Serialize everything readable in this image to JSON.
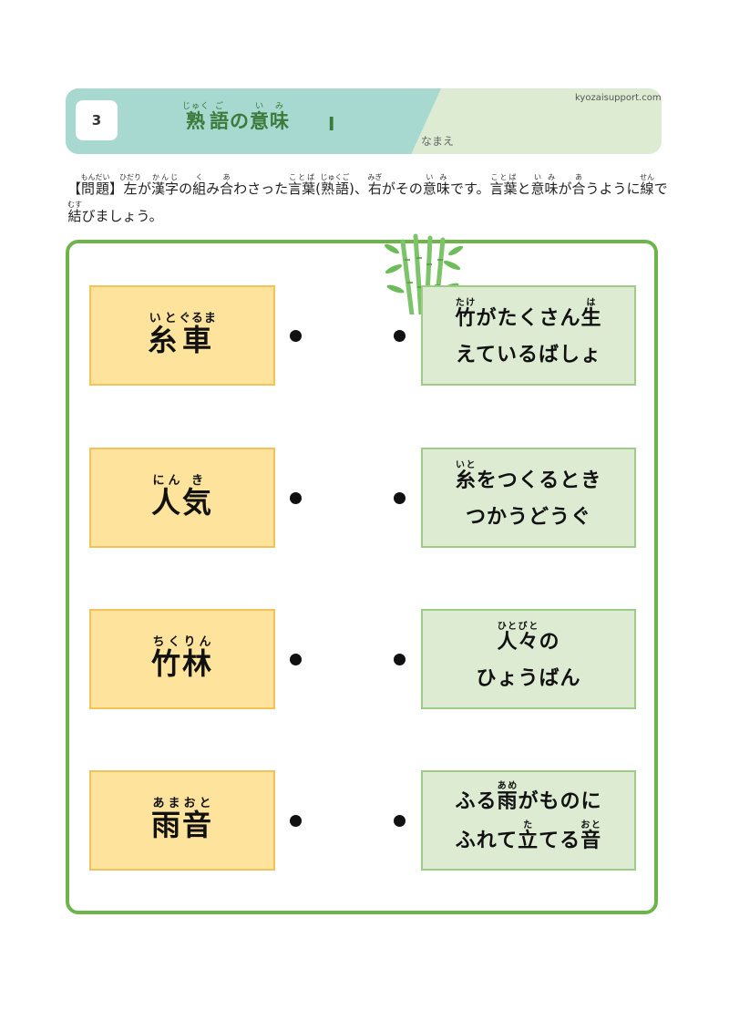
{
  "header": {
    "number": "3",
    "title_parts": [
      {
        "base": "熟",
        "ruby": "じゅく"
      },
      {
        "base": "語",
        "ruby": "ご"
      },
      {
        "base": "の",
        "ruby": ""
      },
      {
        "base": "意",
        "ruby": "い"
      },
      {
        "base": "味",
        "ruby": "み"
      }
    ],
    "title_suffix": "Ⅰ",
    "site": "kyozaisupport.com",
    "name_label": "なまえ"
  },
  "instruction": [
    {
      "base": "【",
      "ruby": ""
    },
    {
      "base": "問題",
      "ruby": "もんだい"
    },
    {
      "base": "】",
      "ruby": ""
    },
    {
      "base": "左",
      "ruby": "ひだり"
    },
    {
      "base": "が",
      "ruby": ""
    },
    {
      "base": "漢字",
      "ruby": "かんじ"
    },
    {
      "base": "の",
      "ruby": ""
    },
    {
      "base": "組",
      "ruby": "く"
    },
    {
      "base": "み",
      "ruby": ""
    },
    {
      "base": "合",
      "ruby": "あ"
    },
    {
      "base": "わさった",
      "ruby": ""
    },
    {
      "base": "言葉",
      "ruby": "ことば"
    },
    {
      "base": "(",
      "ruby": ""
    },
    {
      "base": "熟語",
      "ruby": "じゅくご"
    },
    {
      "base": ")、",
      "ruby": ""
    },
    {
      "base": "右",
      "ruby": "みぎ"
    },
    {
      "base": "がその",
      "ruby": ""
    },
    {
      "base": "意味",
      "ruby": "いみ"
    },
    {
      "base": "です。",
      "ruby": ""
    },
    {
      "base": "言葉",
      "ruby": "ことば"
    },
    {
      "base": "と",
      "ruby": ""
    },
    {
      "base": "意味",
      "ruby": "いみ"
    },
    {
      "base": "が",
      "ruby": ""
    },
    {
      "base": "合",
      "ruby": "あ"
    },
    {
      "base": "うように",
      "ruby": ""
    },
    {
      "base": "線",
      "ruby": "せん"
    },
    {
      "base": "で",
      "ruby": ""
    },
    {
      "base": "結",
      "ruby": "むす"
    },
    {
      "base": "びましょう。",
      "ruby": ""
    }
  ],
  "terms": [
    {
      "word": "糸車",
      "reading": "いとぐるま",
      "display": [
        {
          "base": "糸",
          "ruby": "いと"
        },
        {
          "base": "車",
          "ruby": "ぐるま"
        }
      ]
    },
    {
      "word": "人気",
      "reading": "にんき",
      "display": [
        {
          "base": "人",
          "ruby": "にん"
        },
        {
          "base": "気",
          "ruby": "き"
        }
      ]
    },
    {
      "word": "竹林",
      "reading": "ちくりん",
      "display": [
        {
          "base": "竹",
          "ruby": "ちく"
        },
        {
          "base": "林",
          "ruby": "りん"
        }
      ]
    },
    {
      "word": "雨音",
      "reading": "あまおと",
      "display": [
        {
          "base": "雨",
          "ruby": "あま"
        },
        {
          "base": "音",
          "ruby": "おと"
        }
      ]
    }
  ],
  "meanings": [
    {
      "lines": [
        [
          {
            "base": "竹",
            "ruby": "たけ"
          },
          {
            "base": "がたくさん",
            "ruby": ""
          },
          {
            "base": "生",
            "ruby": "は"
          }
        ],
        [
          {
            "base": "えているばしょ",
            "ruby": ""
          }
        ]
      ]
    },
    {
      "lines": [
        [
          {
            "base": "糸",
            "ruby": "いと"
          },
          {
            "base": "をつくるとき",
            "ruby": ""
          }
        ],
        [
          {
            "base": "つかうどうぐ",
            "ruby": ""
          }
        ]
      ]
    },
    {
      "lines": [
        [
          {
            "base": "人々",
            "ruby": "ひとびと"
          },
          {
            "base": "の",
            "ruby": ""
          }
        ],
        [
          {
            "base": "ひょうばん",
            "ruby": ""
          }
        ]
      ]
    },
    {
      "lines": [
        [
          {
            "base": "ふる",
            "ruby": ""
          },
          {
            "base": "雨",
            "ruby": "あめ"
          },
          {
            "base": "がものに",
            "ruby": ""
          }
        ],
        [
          {
            "base": "ふれて",
            "ruby": ""
          },
          {
            "base": "立",
            "ruby": "た"
          },
          {
            "base": "てる",
            "ruby": ""
          },
          {
            "base": "音",
            "ruby": "おと"
          }
        ]
      ]
    }
  ],
  "colors": {
    "frame": "#6db44a",
    "term_bg": "#fde39b",
    "meaning_bg": "#dcebd2",
    "banner_left": "#a8d9d0",
    "title": "#3b7a3a"
  }
}
